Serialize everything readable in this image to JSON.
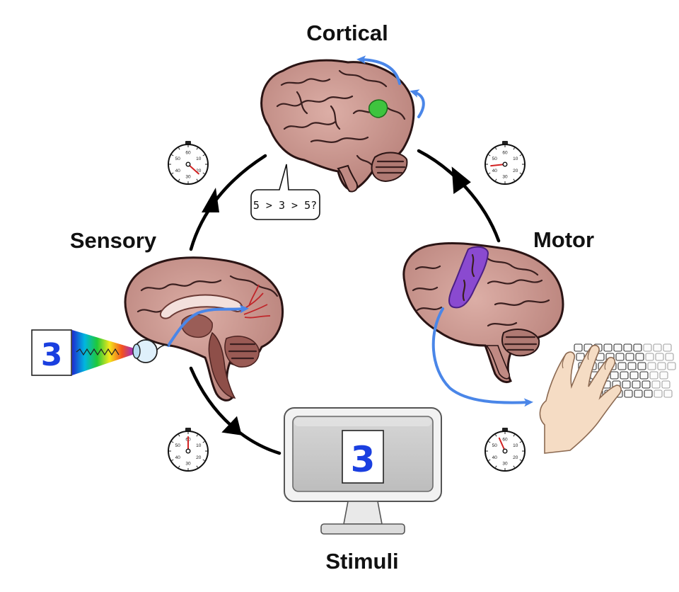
{
  "stages": {
    "cortical": "Cortical",
    "sensory": "Sensory",
    "motor": "Motor",
    "stimuli": "Stimuli"
  },
  "stimulus_digit": "3",
  "thought_bubble": "5 > 3 > 5?",
  "stopwatch_numbers": [
    "60",
    "10",
    "20",
    "30",
    "40",
    "50"
  ],
  "stopwatch_hand_seconds": {
    "stimuli": 0,
    "sensory": 22,
    "cortical": 44,
    "motor": 56
  },
  "colors": {
    "brain": "#c9968f",
    "brain_dark": "#a86e68",
    "signal_arrow": "#4a86e8",
    "cycle_arrow": "#000000",
    "digit": "#1a3fe0",
    "angular_gyrus": "#3ec43e",
    "motor_cortex": "#8a4ad0",
    "stopwatch_hand": "#d22222"
  },
  "icons": [
    "stopwatch-icon",
    "computer-monitor-icon",
    "eye-icon",
    "keyboard-icon",
    "hand-icon",
    "spectrum-icon"
  ]
}
